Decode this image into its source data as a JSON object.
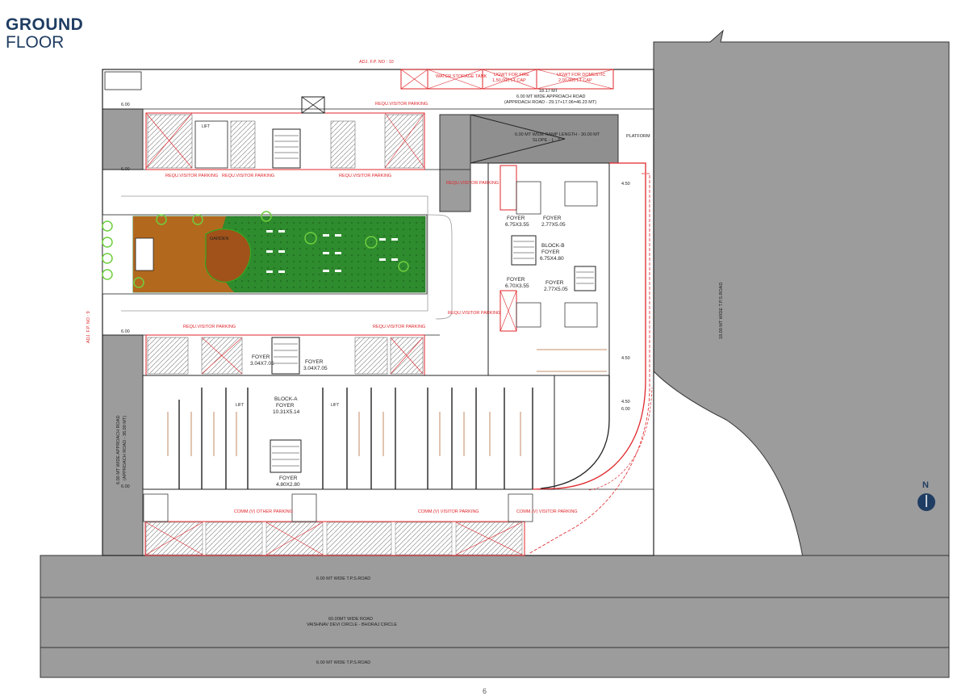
{
  "title": {
    "line1": "GROUND",
    "line2": "FLOOR"
  },
  "page_number": "6",
  "north_label": "N",
  "labels": {
    "adj_top": "ADJ. F.P. NO : 10",
    "adj_left": "ADJ. F.P. NO : 9",
    "approach_road": "6.00 MT WIDE APPROACH ROAD",
    "approach_road_sub": "(APPROACH ROAD - 29.17+17.06=46.23 MT)",
    "ramp": "6.00 MT WIDE RAMP LENGTH - 30.00 MT",
    "ramp_slope": "SLOPE - 1 : 7",
    "left_road": "6.00 MT WIDE APPROACH ROAD",
    "left_road_sub": "(APPROACH ROAD - 36.00 MT)",
    "right_road": "18.00 MT WIDE T.P.S.ROAD",
    "bottom_road1": "6.00 MT WIDE T.P.S.ROAD",
    "bottom_road2": "60.00MT WIDE ROAD",
    "bottom_road2_sub": "VAISHNAV DEVI CIRCLE - BHORAJ CIRCLE",
    "bottom_road3": "6.00 MT WIDE T.P.S.ROAD",
    "water_tank": "WATER STORAGE TANK",
    "ugwt_fire": "UGWT FOR FIRE",
    "ugwt_fire_cap": "1,50,000 LT CAP",
    "ugwt_domestic": "UGWT FOR DOMESTIC",
    "ugwt_domestic_cap": "2,00,000 LT CAP",
    "dim_1817": "18.17 MT",
    "visitor_parking": "REQU.VISITOR PARKING",
    "comm_parking": "COMM.(V) VISITOR PARKING",
    "comm_other_parking": "COMM.(V) OTHER PARKING",
    "garden": "GARDEN",
    "foyer_a": "FOYER",
    "block_a": "BLOCK-A",
    "block_a_foyer": "FOYER",
    "block_a_dim": "10.31X5.14",
    "foyer_dim1": "3.04X7.05",
    "foyer_dim2": "4.80X2.80",
    "block_b": "BLOCK-B",
    "block_b_foyer": "FOYER",
    "block_b_dim": "6.75X4.80",
    "foyer_b_dim1": "6.75X3.55",
    "foyer_b_dim2": "2.77X5.05",
    "foyer_b_dim3": "6.70X3.55",
    "foyer_b_dim4": "2.77X5.05",
    "lift": "LIFT",
    "platform": "PLATFORM",
    "dim_600": "6.00",
    "dim_450": "4.50"
  },
  "colors": {
    "title": "#1f3d62",
    "road": "#9c9c9c",
    "wall": "#222222",
    "red": "#e0262b",
    "garden_green": "#2e8b2e",
    "garden_brown": "#b2691e",
    "north": "#1f3d62"
  }
}
